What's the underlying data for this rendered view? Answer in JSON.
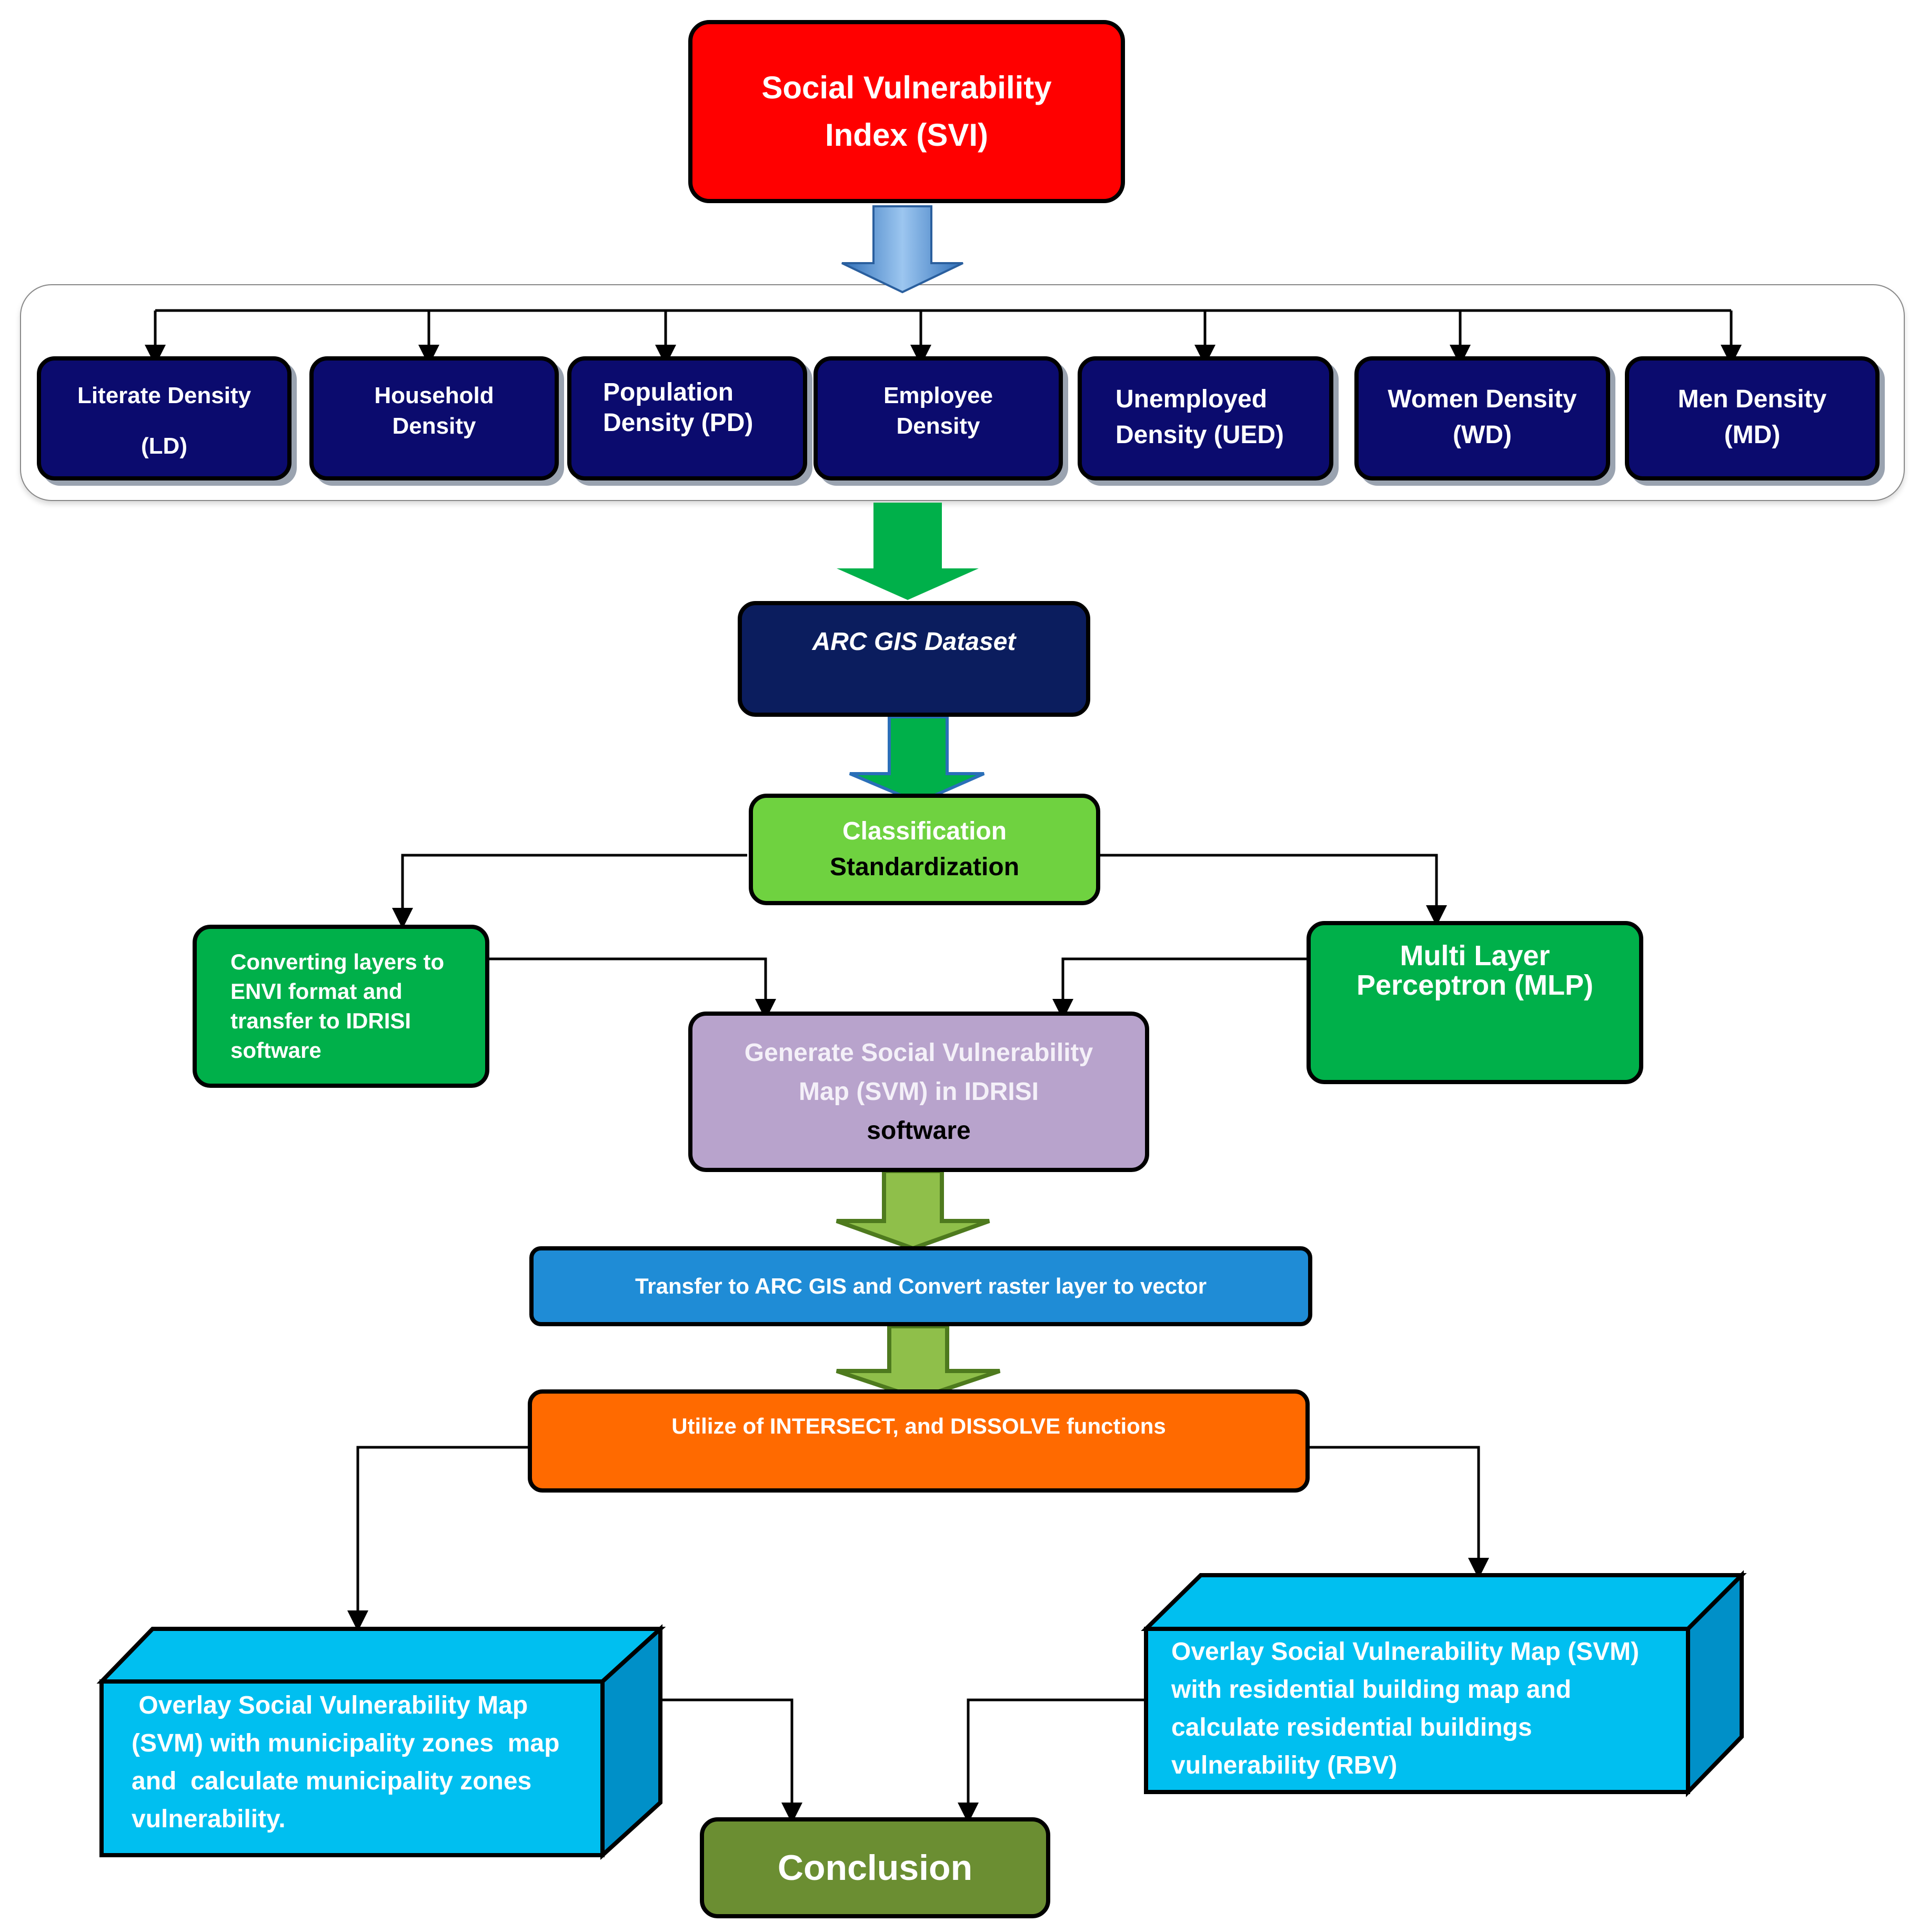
{
  "top": {
    "line1": "Social Vulnerability",
    "line2": "Index (SVI)"
  },
  "indicators": [
    {
      "line1": "Literate Density",
      "line2": "(LD)"
    },
    {
      "line1": "Household",
      "line2": "Density"
    },
    {
      "line1": "Population",
      "line2": "Density (PD)"
    },
    {
      "line1": "Employee",
      "line2": "Density"
    },
    {
      "line1": "Unemployed",
      "line2": "Density (UED)"
    },
    {
      "line1": "Women Density",
      "line2": "(WD)"
    },
    {
      "line1": "Men Density",
      "line2": "(MD)"
    }
  ],
  "dataset": "ARC GIS Dataset",
  "classification": {
    "line1": "Classification",
    "line2": "Standardization"
  },
  "converting": {
    "line1": "Converting layers to",
    "line2": "ENVI format and",
    "line3": "transfer to IDRISI",
    "line4": "software"
  },
  "mlp": {
    "line1": "Multi Layer",
    "line2": "Perceptron (MLP)"
  },
  "generate": {
    "line1": "Generate Social Vulnerability",
    "line2": "Map (SVM) in IDRISI",
    "line3": "software"
  },
  "transfer": "Transfer to ARC GIS and Convert raster layer to vector",
  "utilize": "Utilize of INTERSECT, and DISSOLVE functions",
  "overlay_left": {
    "line1": " Overlay Social Vulnerability Map",
    "line2": "(SVM) with municipality zones  map",
    "line3": "and  calculate municipality zones",
    "line4": "vulnerability."
  },
  "overlay_right": {
    "line1": "Overlay Social Vulnerability Map (SVM)",
    "line2": "with residential building map and",
    "line3": "calculate residential buildings",
    "line4": "vulnerability (RBV)"
  },
  "conclusion": "Conclusion",
  "colors": {
    "svi": "#ff0000",
    "indicator": "#0b0b6e",
    "dataset": "#0b1d5e",
    "classification": "#6fd240",
    "converting": "#00b04a",
    "generate": "#b8a3cc",
    "transfer": "#1f8cd6",
    "utilize": "#ff6a00",
    "cube": "#00bff0",
    "conclusion": "#6b8e32"
  }
}
